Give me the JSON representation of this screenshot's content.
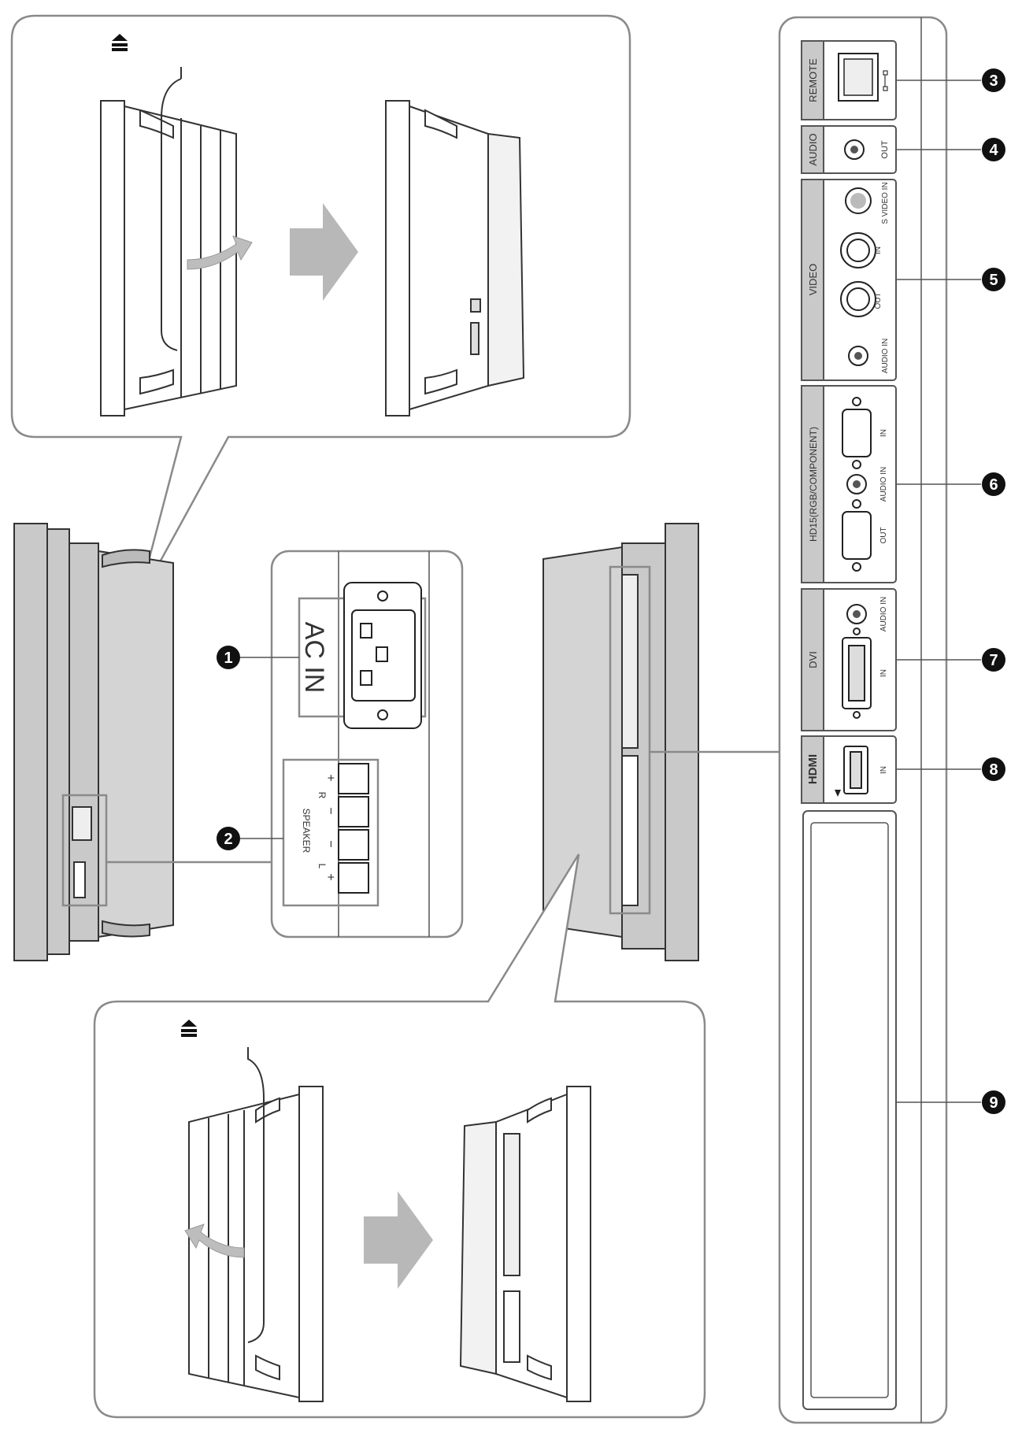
{
  "ac_panel": {
    "label": "AC IN"
  },
  "speaker_panel": {
    "label": "SPEAKER",
    "right_label": "R",
    "left_label": "L",
    "plus": "+",
    "minus": "−"
  },
  "connector_strip": {
    "remote": "REMOTE",
    "audio": "AUDIO",
    "out": "OUT",
    "video": "VIDEO",
    "s_video_in": "S VIDEO IN",
    "in": "IN",
    "audio_in": "AUDIO IN",
    "hd15": "HD15(RGB/COMPONENT)",
    "dvi": "DVI",
    "hdmi": "HDMI"
  },
  "callouts": [
    "1",
    "2",
    "3",
    "4",
    "5",
    "6",
    "7",
    "8",
    "9"
  ],
  "colors": {
    "panel_gray": "#c9c9c9",
    "line": "#555555",
    "frame": "#8a8a8a",
    "callout_fill": "#111111"
  }
}
